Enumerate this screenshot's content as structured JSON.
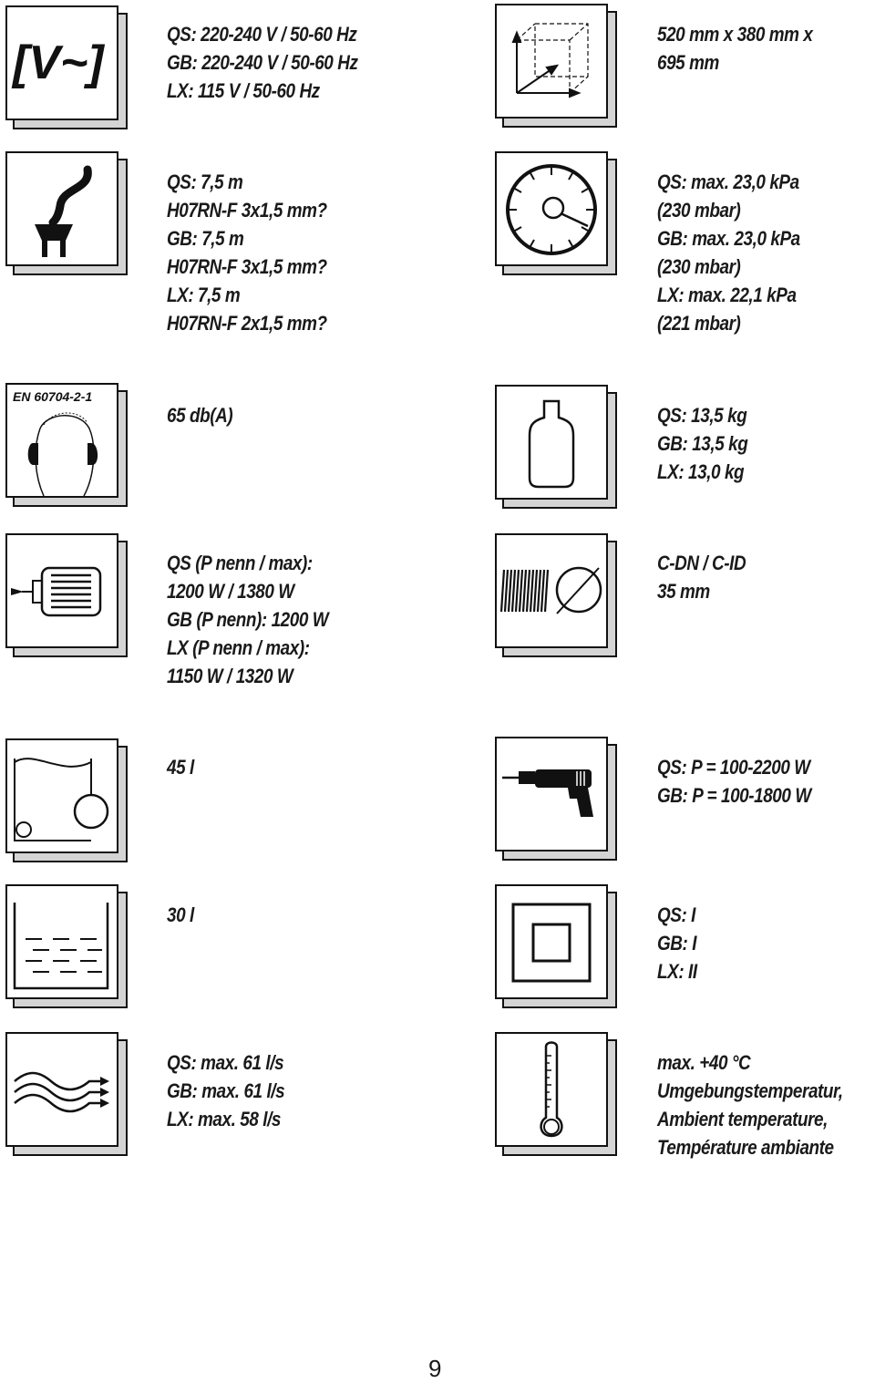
{
  "specs": [
    {
      "icon": "voltage-icon",
      "icon_label": "[V~]",
      "lines": [
        "QS: 220-240 V / 50-60 Hz",
        "GB: 220-240 V / 50-60 Hz",
        "LX: 115 V / 50-60 Hz"
      ]
    },
    {
      "icon": "dimensions-cube-icon",
      "lines": [
        "520 mm x 380 mm x",
        "695 mm"
      ]
    },
    {
      "icon": "power-cable-plug-icon",
      "lines": [
        "QS: 7,5 m",
        "H07RN-F 3x1,5 mm?",
        "GB: 7,5 m",
        "H07RN-F 3x1,5 mm?",
        "LX: 7,5 m",
        "H07RN-F 2x1,5 mm?"
      ]
    },
    {
      "icon": "pressure-gauge-icon",
      "lines": [
        "QS: max. 23,0 kPa",
        "(230 mbar)",
        "GB: max. 23,0 kPa",
        "(230 mbar)",
        "LX: max. 22,1 kPa",
        "(221 mbar)"
      ]
    },
    {
      "icon": "ear-protection-head-icon",
      "icon_label": "EN 60704-2-1",
      "lines": [
        "65 db(A)"
      ]
    },
    {
      "icon": "weight-icon",
      "lines": [
        "QS: 13,5 kg",
        "GB: 13,5 kg",
        "LX: 13,0 kg"
      ]
    },
    {
      "icon": "motor-icon",
      "lines": [
        "QS (P nenn / max):",
        "1200 W / 1380 W",
        "GB (P nenn): 1200 W",
        "LX (P nenn / max):",
        "1150 W / 1320 W"
      ]
    },
    {
      "icon": "hose-diameter-icon",
      "lines": [
        "C-DN / C-ID",
        "35 mm"
      ]
    },
    {
      "icon": "container-volume-icon",
      "lines": [
        "45 l"
      ]
    },
    {
      "icon": "power-tool-drill-icon",
      "lines": [
        "QS: P = 100-2200 W",
        "GB: P = 100-1800 W"
      ]
    },
    {
      "icon": "water-tank-icon",
      "lines": [
        "30 l"
      ]
    },
    {
      "icon": "protection-class-icon",
      "lines": [
        "QS: I",
        "GB: I",
        "LX: II"
      ]
    },
    {
      "icon": "airflow-icon",
      "lines": [
        "QS: max. 61 l/s",
        "GB: max. 61 l/s",
        "LX: max. 58 l/s"
      ]
    },
    {
      "icon": "thermometer-icon",
      "lines": [
        "max. +40 °C",
        "Umgebungstemperatur,",
        "Ambient temperature,",
        "Température ambiante"
      ]
    }
  ],
  "page_number": "9"
}
